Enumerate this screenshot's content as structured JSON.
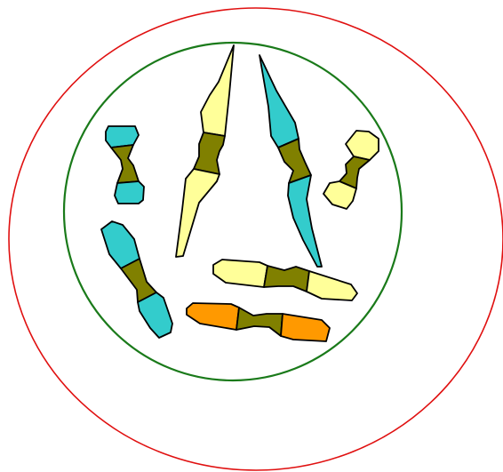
{
  "colors": {
    "background": "#ffffff",
    "outer_ring": "#e01010",
    "inner_ring": "#1a7a1a",
    "cyan": "#33cccc",
    "pale_yellow": "#ffff99",
    "orange": "#ff9900",
    "centromere": "#808000",
    "outline": "#000000"
  },
  "diagram": {
    "outer_ring_icon": "circle-outline",
    "inner_ring_icon": "circle-outline",
    "chromosome_count": 7,
    "chromosome_colors": [
      "cyan",
      "pale_yellow",
      "cyan",
      "pale_yellow",
      "cyan",
      "pale_yellow",
      "orange"
    ]
  }
}
